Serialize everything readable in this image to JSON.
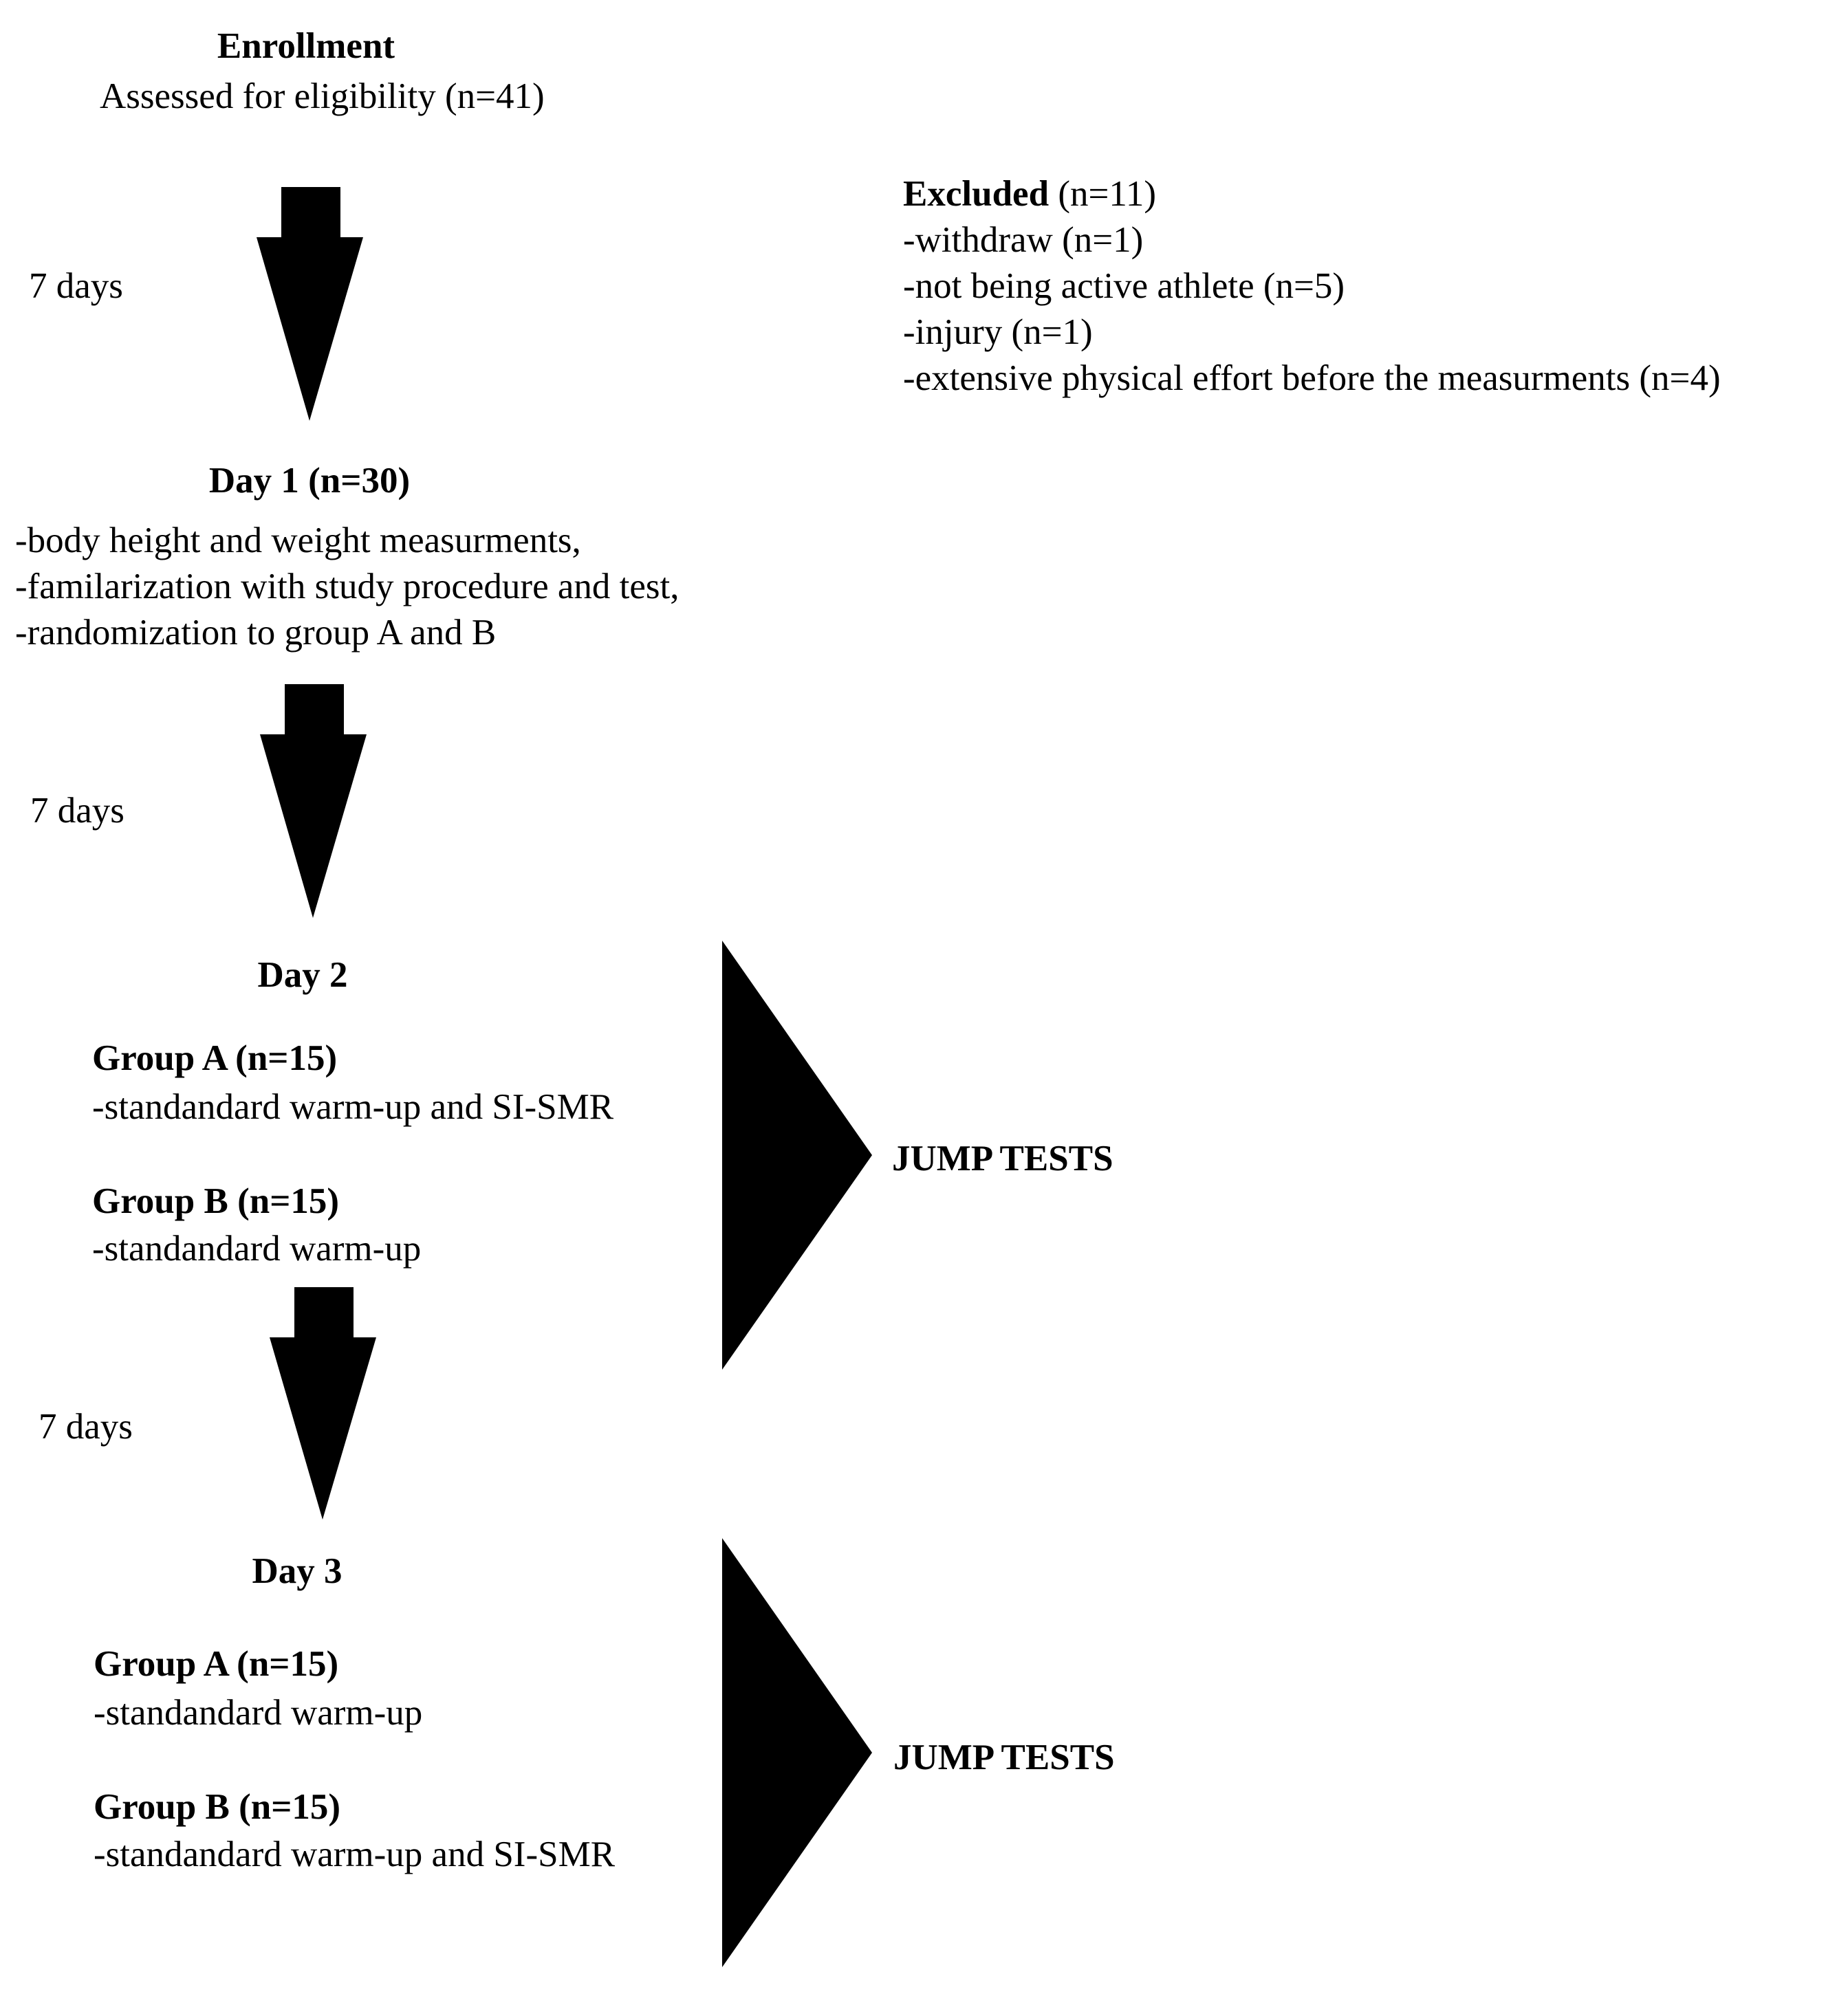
{
  "enrollment": {
    "title": "Enrollment",
    "assessed": "Assessed for eligibility (n=41)"
  },
  "excluded": {
    "title": "Excluded",
    "count": " (n=11)",
    "reasons": [
      "-withdraw (n=1)",
      "-not being active athlete (n=5)",
      "-injury (n=1)",
      "-extensive physical effort before the measurments (n=4)"
    ]
  },
  "intervals": [
    "7 days",
    "7 days",
    "7 days"
  ],
  "day1": {
    "title": "Day 1 (n=30)",
    "items": [
      "-body height and weight measurments,",
      "-familarization with study procedure and test,",
      "-randomization to group A and B"
    ]
  },
  "day2": {
    "title": "Day 2",
    "group_a": {
      "title": "Group A (n=15)",
      "item": " -standandard warm-up and SI-SMR"
    },
    "group_b": {
      "title": "Group B (n=15)",
      "item": "-standandard warm-up"
    },
    "outcome": "JUMP TESTS"
  },
  "day3": {
    "title": "Day 3",
    "group_a": {
      "title": "Group A (n=15)",
      "item": " -standandard warm-up"
    },
    "group_b": {
      "title": "Group B (n=15)",
      "item": "-standandard warm-up and SI-SMR"
    },
    "outcome": "JUMP TESTS"
  },
  "colors": {
    "arrow": "#000000",
    "text": "#000000",
    "background": "#ffffff"
  }
}
